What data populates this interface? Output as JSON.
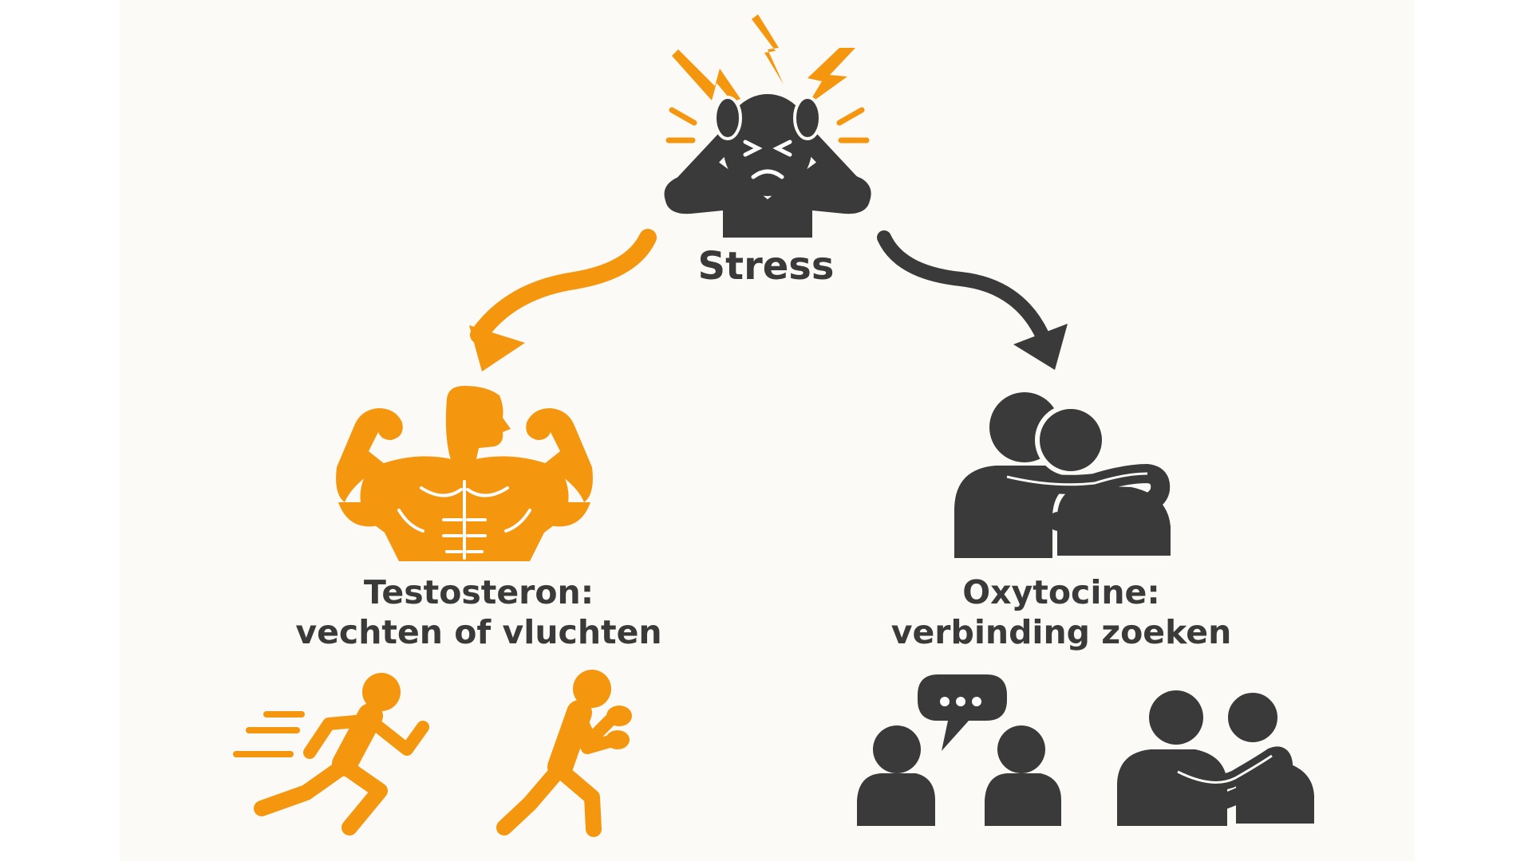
{
  "colors": {
    "orange": "#f5960f",
    "dark": "#3a3a3a",
    "background": "#fbfaf7"
  },
  "center": {
    "label": "Stress",
    "icon": "stressed-person-icon"
  },
  "left_branch": {
    "title": "Testosteron:",
    "subtitle": "vechten of vluchten",
    "icons": [
      "muscular-man-icon",
      "running-person-icon",
      "boxing-person-icon"
    ]
  },
  "right_branch": {
    "title": "Oxytocine:",
    "subtitle": "verbinding zoeken",
    "icons": [
      "hugging-people-icon",
      "talking-people-icon",
      "comforting-people-icon"
    ]
  }
}
